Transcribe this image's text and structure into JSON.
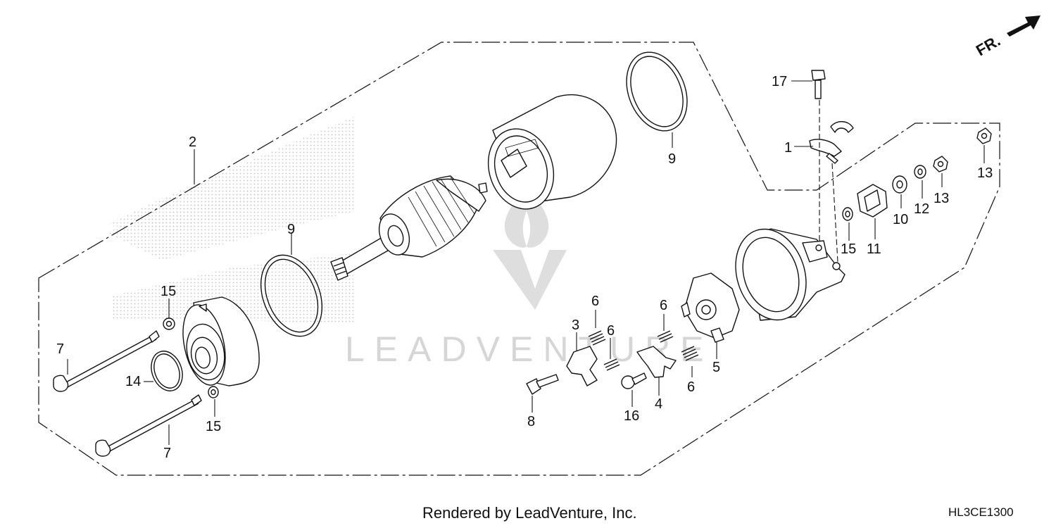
{
  "direction_marker": "FR.",
  "watermark_text": "LEADVENTURE",
  "footer_text": "Rendered by LeadVenture, Inc.",
  "diagram_code": "HL3CE1300",
  "callouts": {
    "c1": "1",
    "c2": "2",
    "c3": "3",
    "c4": "4",
    "c5": "5",
    "c6a": "6",
    "c6b": "6",
    "c6c": "6",
    "c6d": "6",
    "c7a": "7",
    "c7b": "7",
    "c8": "8",
    "c9a": "9",
    "c9b": "9",
    "c10": "10",
    "c11": "11",
    "c12": "12",
    "c13a": "13",
    "c13b": "13",
    "c14": "14",
    "c15a": "15",
    "c15b": "15",
    "c15c": "15",
    "c16": "16",
    "c17": "17"
  },
  "colors": {
    "line": "#111111",
    "watermark": "#d6d6d6",
    "dots": "#c8c8c8"
  }
}
